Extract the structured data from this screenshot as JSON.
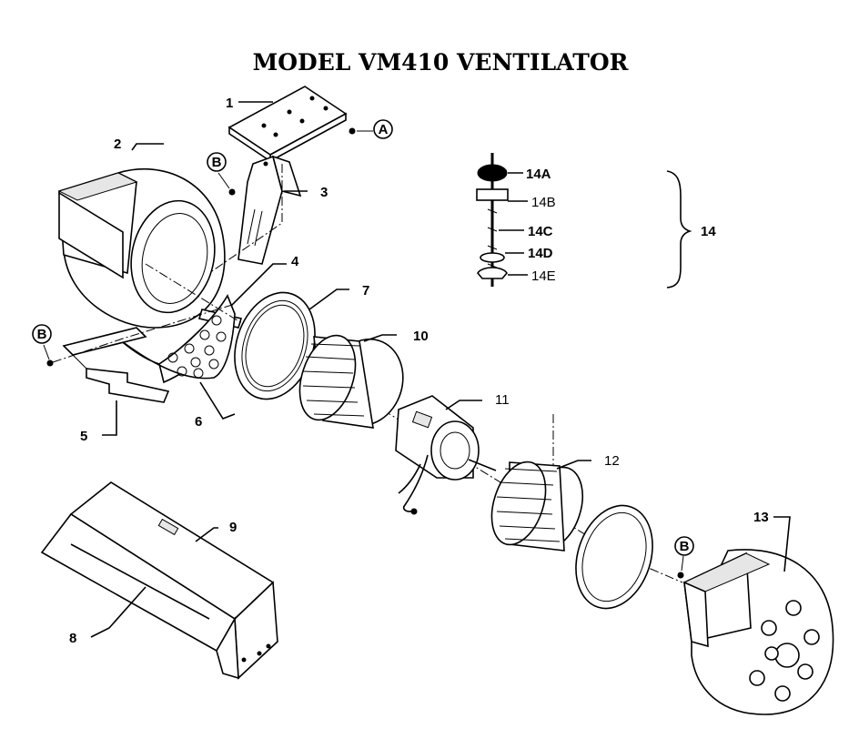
{
  "title": "MODEL VM410 VENTILATOR",
  "callouts": {
    "c1": "1",
    "c2": "2",
    "c3": "3",
    "c4": "4",
    "c5": "5",
    "c6": "6",
    "c7": "7",
    "c8": "8",
    "c9": "9",
    "c10": "10",
    "c11": "11",
    "c12": "12",
    "c13": "13",
    "c14": "14",
    "c14a": "14A",
    "c14b": "14B",
    "c14c": "14C",
    "c14d": "14D",
    "c14e": "14E"
  },
  "fasteners": {
    "a": "A",
    "b1": "B",
    "b2": "B",
    "b3": "B"
  }
}
